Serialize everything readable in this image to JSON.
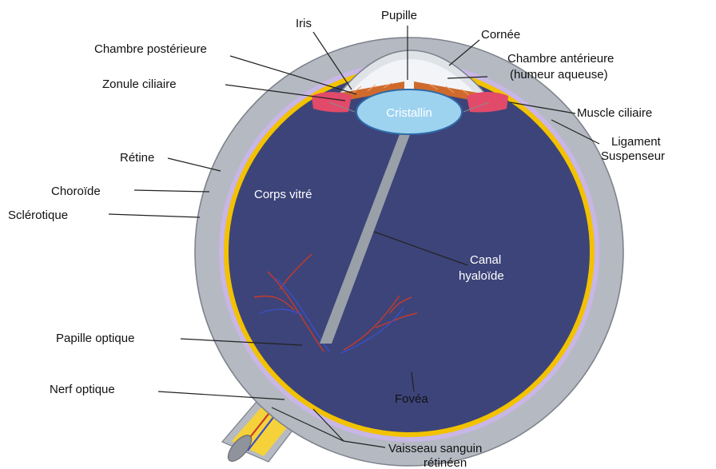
{
  "labels": {
    "pupille": "Pupille",
    "iris": "Iris",
    "cornee": "Cornée",
    "chambre_posterieure": "Chambre postérieure",
    "chambre_anterieure_line1": "Chambre antérieure",
    "chambre_anterieure_line2": "(humeur aqueuse)",
    "zonule_ciliaire": "Zonule ciliaire",
    "cristallin": "Cristallin",
    "muscle_ciliaire": "Muscle ciliaire",
    "ligament_line1": "Ligament",
    "ligament_line2": "Suspenseur",
    "retine": "Rétine",
    "choroide": "Choroïde",
    "sclerotique": "Sclérotique",
    "corps_vitre": "Corps vitré",
    "canal_line1": "Canal",
    "canal_line2": "hyaloïde",
    "papille_optique": "Papille optique",
    "nerf_optique": "Nerf optique",
    "fovea": "Fovéa",
    "vaisseau_line1": "Vaisseau sanguin",
    "vaisseau_line2": "rétinéen"
  },
  "colors": {
    "sclera": "#b4b9c2",
    "choroid": "#c8b6e6",
    "retina": "#f2c200",
    "vitreous": "#3d4479",
    "lens": "#9ed3f0",
    "iris": "#cf6a2c",
    "ciliary_muscle": "#e24a6a",
    "nerve": "#f5d23a",
    "vessel_red": "#c83a2a",
    "vessel_blue": "#3a4fc8"
  }
}
